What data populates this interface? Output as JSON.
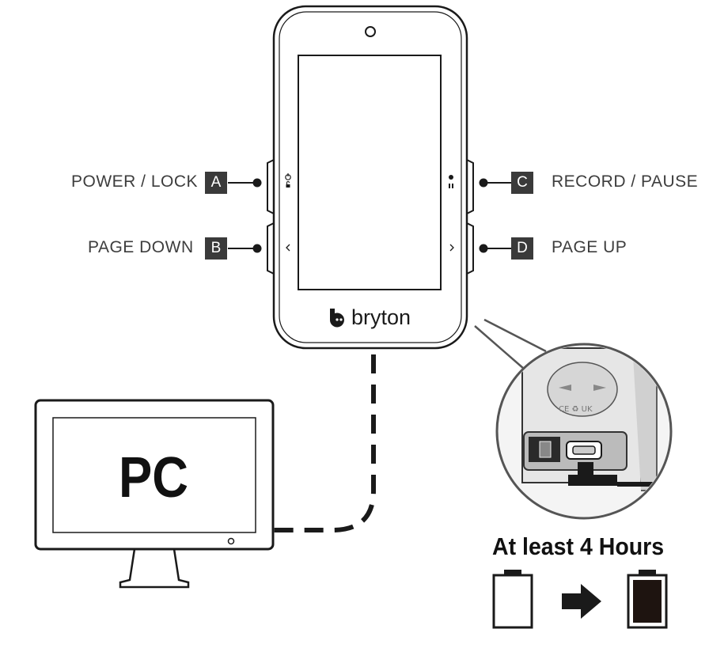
{
  "labels": {
    "power_lock": "POWER / LOCK",
    "page_down": "PAGE DOWN",
    "record_pause": "RECORD / PAUSE",
    "page_up": "PAGE UP"
  },
  "badges": {
    "a": "A",
    "b": "B",
    "c": "C",
    "d": "D"
  },
  "device": {
    "brand": "bryton"
  },
  "computer": {
    "label": "PC"
  },
  "charging": {
    "title": "At least 4 Hours"
  }
}
